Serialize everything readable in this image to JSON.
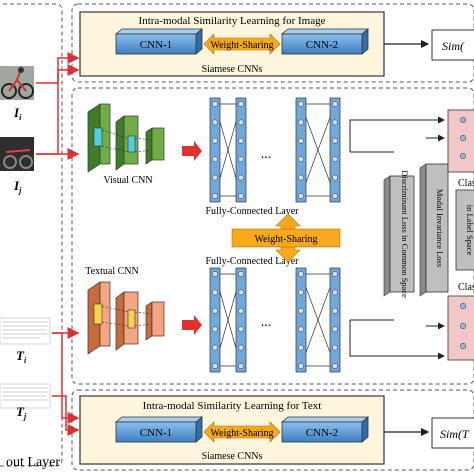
{
  "colors": {
    "box_border": "#333333",
    "yellow_fill": "#fdf6dd",
    "cnn_blue": "#5b9bd5",
    "weight_orange": "#f7a81b",
    "red_arrow": "#e03030",
    "fc_blue": "#6fa8dc",
    "green_cnn": "#70ad47",
    "orange_cnn": "#f4a582",
    "cyan_feature": "#4dd0e1",
    "gray_box": "#bfbfbf",
    "pink_box": "#f2c7c7"
  },
  "image_branch": {
    "title": "Intra-modal Similarity Learning for Image",
    "cnn1": "CNN-1",
    "cnn2": "CNN-2",
    "sharing": "Weight-Sharing",
    "caption": "Siamese CNNs",
    "sim": "Sim("
  },
  "text_branch": {
    "title": "Intra-modal Similarity Learning for Text",
    "cnn1": "CNN-1",
    "cnn2": "CNN-2",
    "sharing": "Weight-Sharing",
    "caption": "Siamese CNNs",
    "sim": "Sim(T"
  },
  "inputs": {
    "i_label": "I",
    "i_sub": "i",
    "j_label": "I",
    "j_sub": "j",
    "ti_label": "T",
    "ti_sub": "i",
    "tj_label": "T",
    "tj_sub": "j",
    "layer_label": "out Layer"
  },
  "middle": {
    "visual_cnn": "Visual CNN",
    "textual_cnn": "Textual CNN",
    "fc_top": "Fully-Connected Layer",
    "fc_bottom": "Fully-Connected Layer",
    "sharing": "Weight-Sharing",
    "ellipsis_top": "...",
    "ellipsis_bottom": "...",
    "loss1": "Discriminant Loss in Common Space",
    "loss2": "Modal Invariance Loss",
    "loss3": "in Label Space",
    "class_top": "Class",
    "class_bottom": "Class"
  }
}
